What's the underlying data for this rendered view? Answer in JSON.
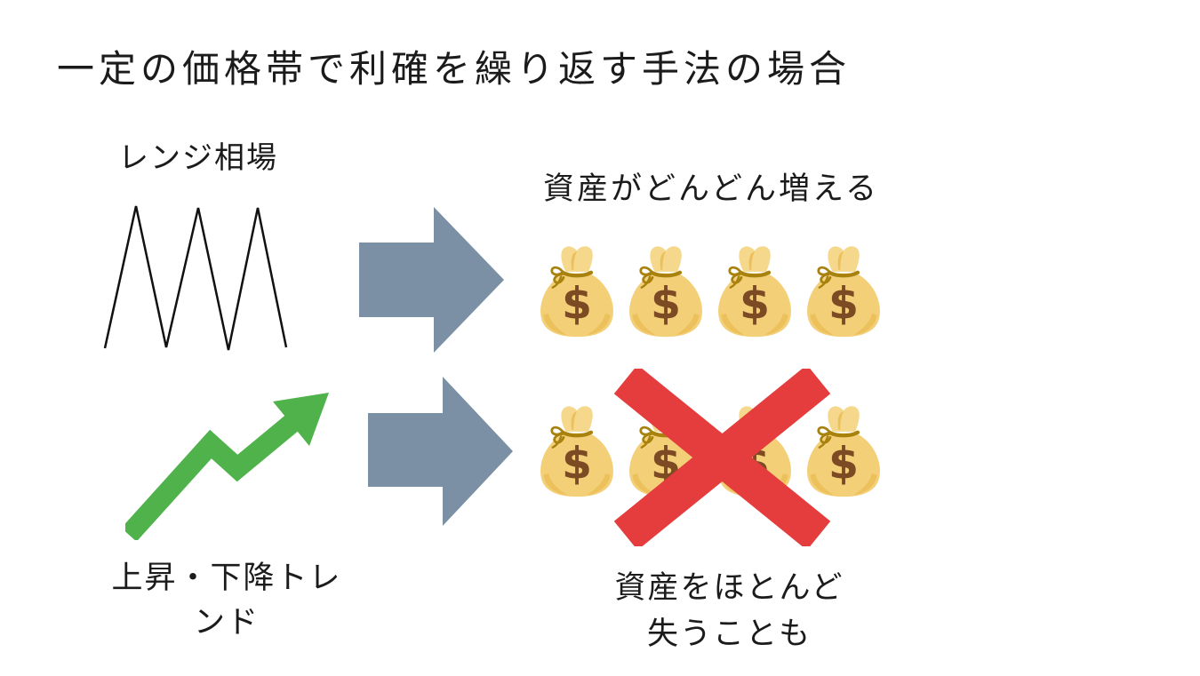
{
  "slide": {
    "title": "一定の価格帯で利確を繰り返す手法の場合"
  },
  "left": {
    "range_label": "レンジ相場",
    "trend_label_lines": [
      "上昇・下降トレ",
      "ンド"
    ]
  },
  "right": {
    "gain_label": "資産がどんどん増える",
    "loss_label_lines": [
      "資産をほとんど",
      "失うことも"
    ]
  },
  "money": {
    "currency_symbol": "$",
    "rows": [
      {
        "id": "gain",
        "bag_count": 4,
        "crossed_out": false
      },
      {
        "id": "loss",
        "bag_count": 4,
        "crossed_out": true
      }
    ]
  },
  "icons": {
    "right_arrow": "right-arrow",
    "trend_up_arrow": "trend-up-arrow",
    "zigzag_chart": "zigzag-range-line",
    "money_bag": "money-bag",
    "red_cross": "red-cross"
  },
  "colors": {
    "background": "#FFFFFF",
    "text_black": "#1B1B1B",
    "chart_line": "#111111",
    "arrow_gray": "#7B90A5",
    "trend_green": "#4FB24A",
    "cross_red": "#E53D3D",
    "bag_body": "#F3CF78",
    "bag_cloth": "#F5D88C",
    "bag_shade": "#ECC05B",
    "bag_tie": "#A9820E",
    "dollar_brown": "#7C4A23"
  }
}
